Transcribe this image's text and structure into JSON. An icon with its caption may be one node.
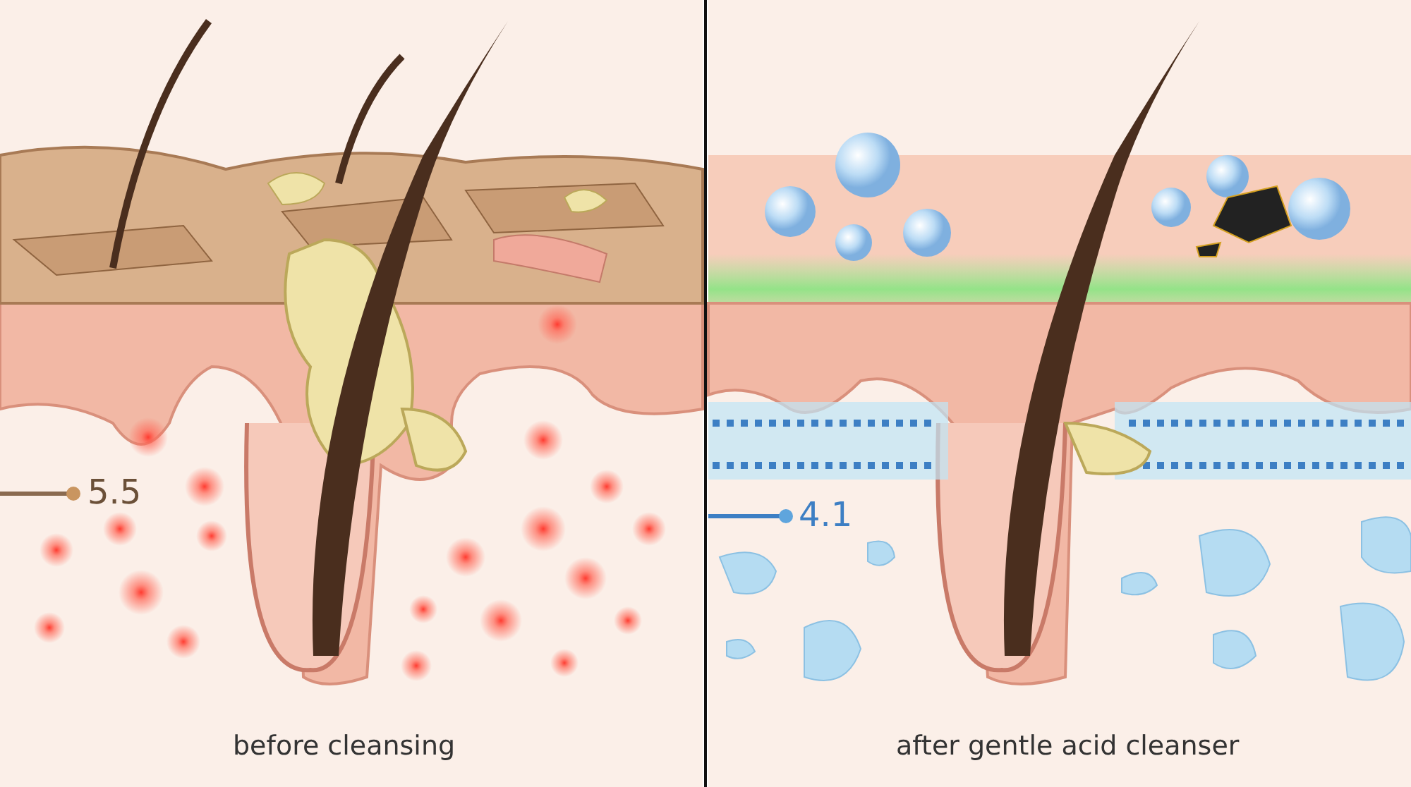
{
  "diagram": {
    "labels": [
      "5.5",
      "4.1",
      "before cleansing",
      "after gentle acid cleanser"
    ]
  }
}
